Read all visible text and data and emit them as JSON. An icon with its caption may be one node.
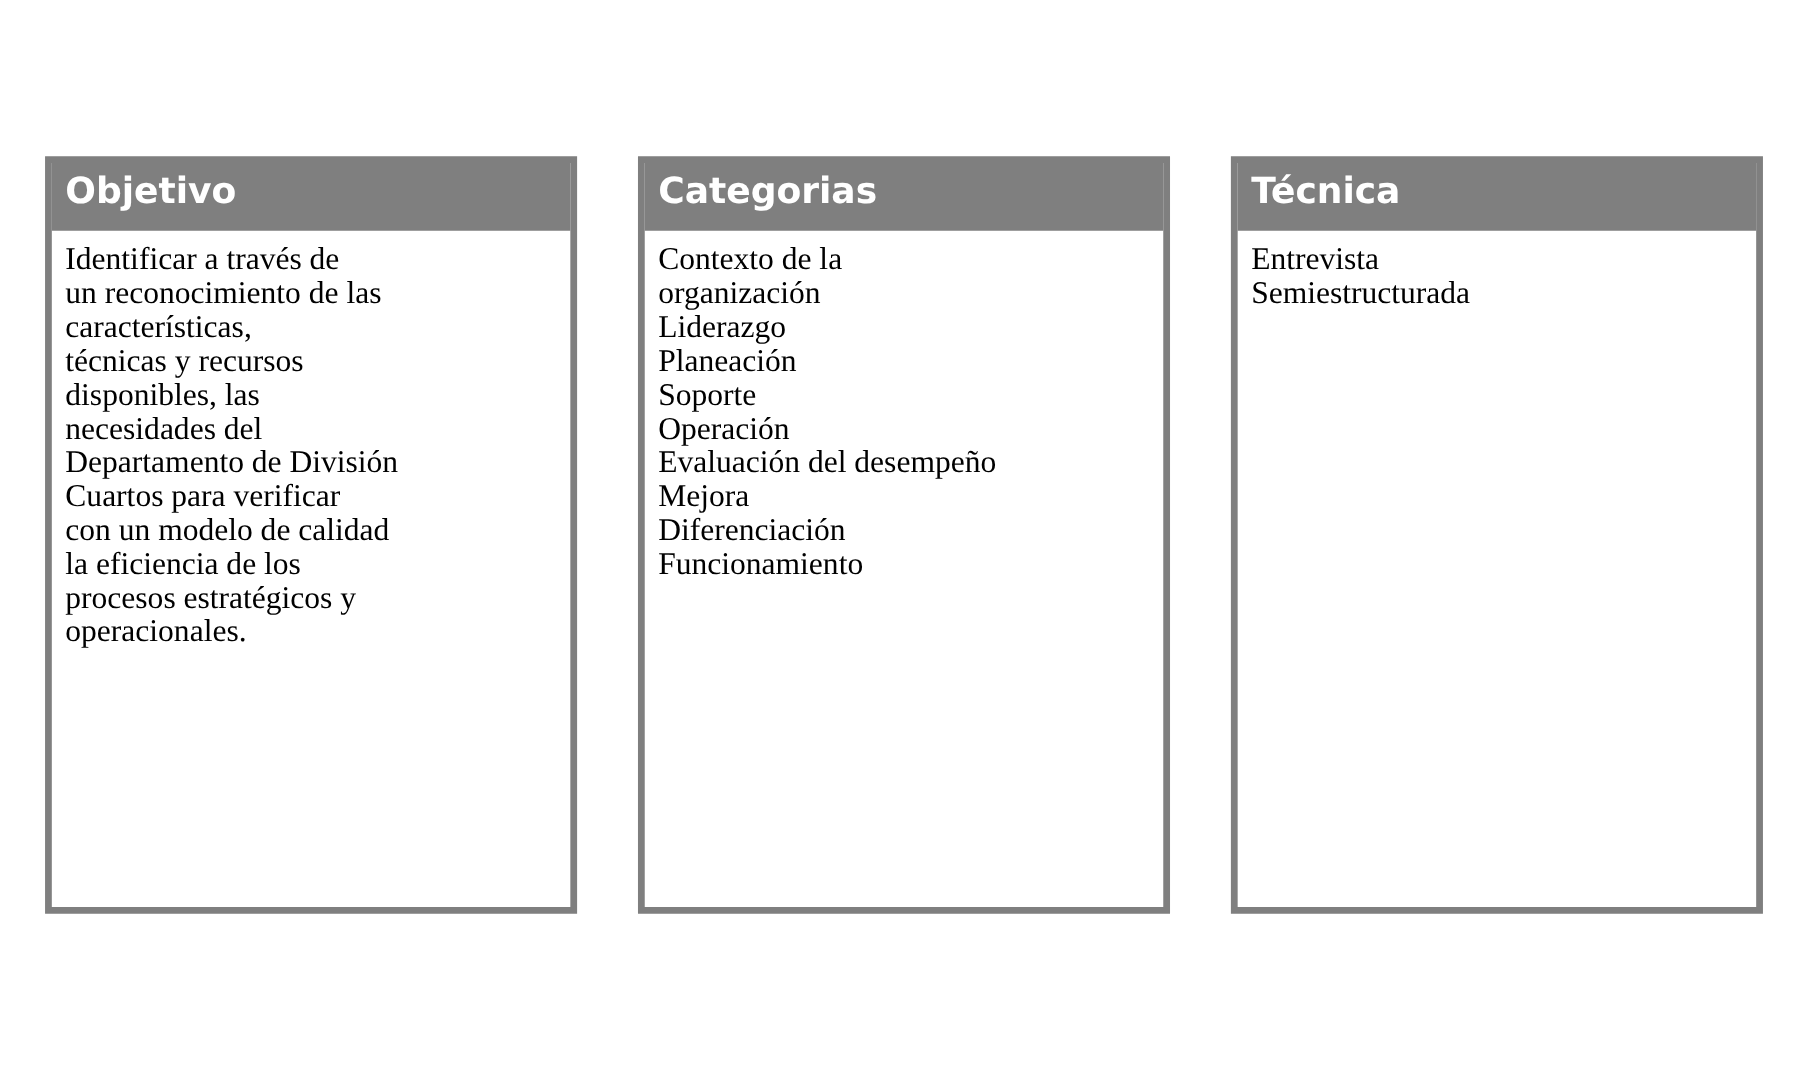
{
  "diagram": {
    "nodes": [
      {
        "text": [
          "Objetivo",
          "Identificar a través de un reconocimiento de las características, técnicas y recursos disponibles, las necesidades del Departamento de División Cuartos para verificar con un modelo de calidad la eficiencia de los procesos estratégicos y operacionales."
        ]
      },
      {
        "text": [
          "Categorias",
          "Contexto de la organización",
          "Liderazgo",
          "Planeación",
          "Soporte",
          "Operación",
          "Evaluación del desempeño",
          "Mejora",
          "Diferenciación",
          "Funcionamiento"
        ]
      },
      {
        "text": [
          "Técnica",
          "Entrevista",
          "Semiestructurada"
        ]
      }
    ]
  }
}
